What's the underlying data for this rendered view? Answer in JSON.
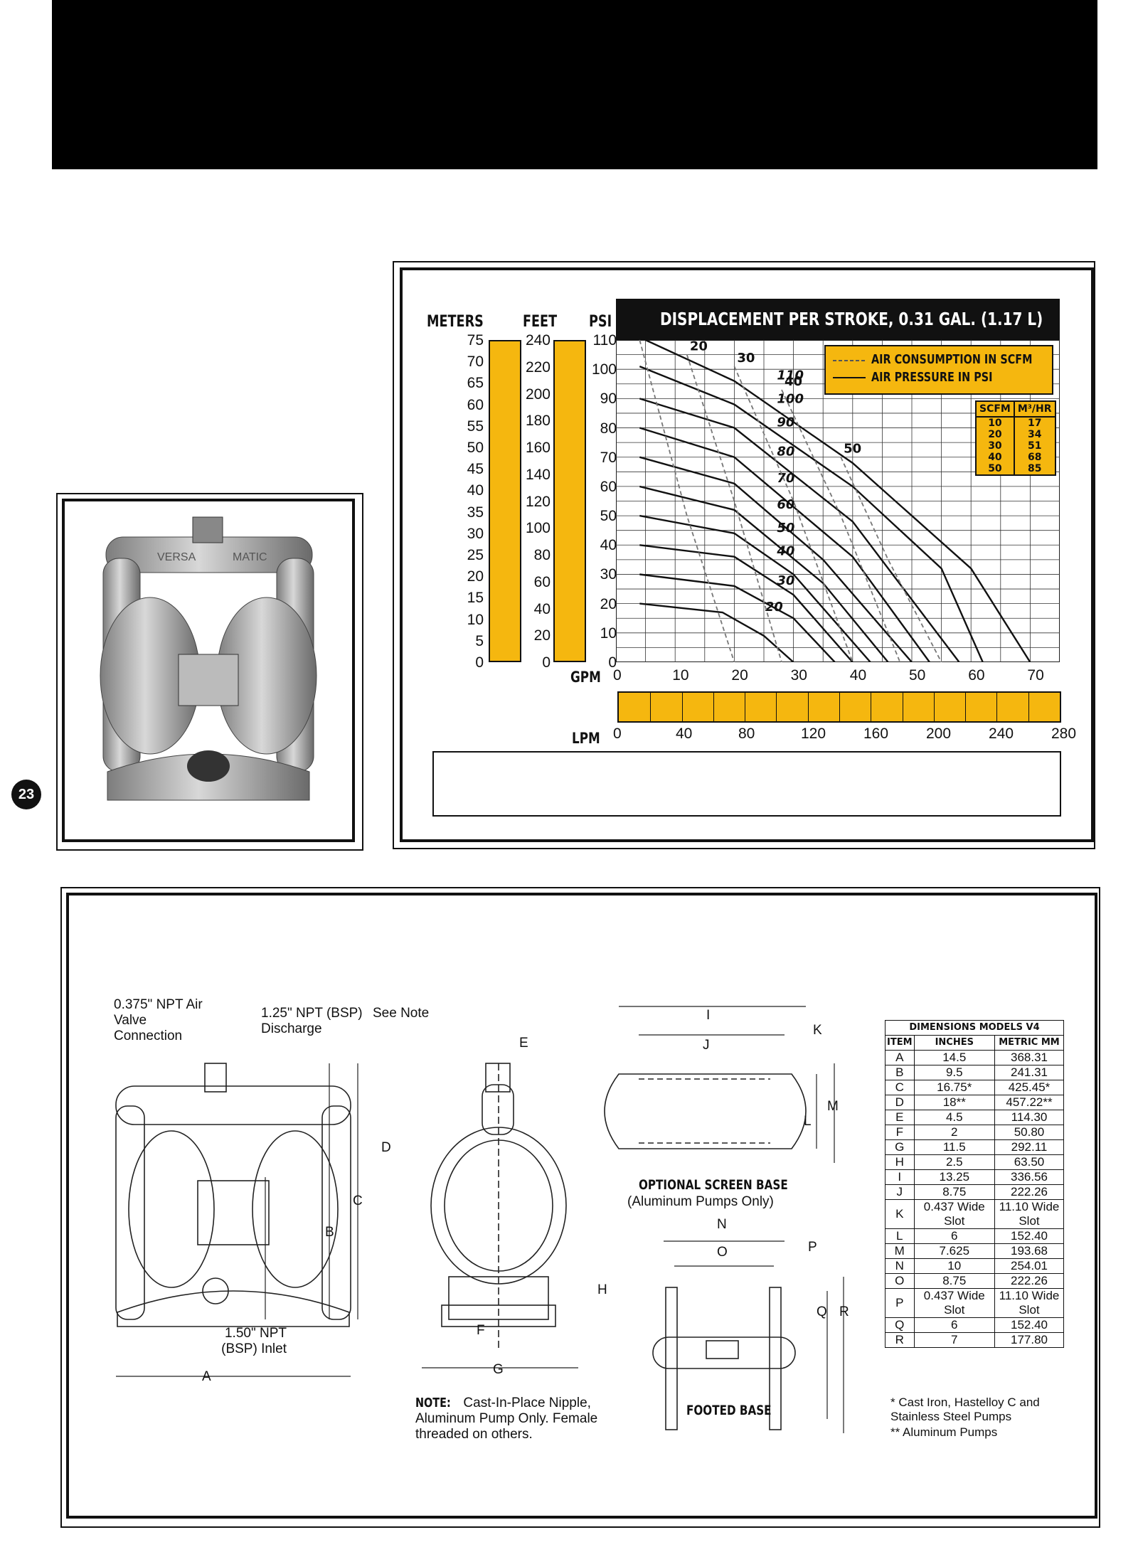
{
  "page_number": "23",
  "performance": {
    "title": "DISPLACEMENT PER STROKE, 0.31 GAL. (1.17 L)",
    "meters_label": "METERS",
    "feet_label": "FEET",
    "psi_label": "PSI",
    "gpm_label": "GPM",
    "lpm_label": "LPM",
    "meters_ticks": [
      "75",
      "70",
      "65",
      "60",
      "55",
      "50",
      "45",
      "40",
      "35",
      "30",
      "25",
      "20",
      "15",
      "10",
      "5",
      "0"
    ],
    "feet_ticks": [
      "240",
      "220",
      "200",
      "180",
      "160",
      "140",
      "120",
      "100",
      "80",
      "60",
      "40",
      "20",
      "0"
    ],
    "psi_ticks": [
      "110",
      "100",
      "90",
      "80",
      "70",
      "60",
      "50",
      "40",
      "30",
      "20",
      "10",
      "0"
    ],
    "gpm_ticks": [
      "0",
      "10",
      "20",
      "30",
      "40",
      "50",
      "60",
      "70"
    ],
    "lpm_ticks": [
      "0",
      "40",
      "80",
      "120",
      "160",
      "200",
      "240",
      "280"
    ],
    "legend": {
      "air_consumption": "AIR CONSUMPTION IN SCFM",
      "air_pressure": "AIR PRESSURE IN PSI"
    },
    "conversion_table": {
      "headers": [
        "SCFM",
        "M³/HR"
      ],
      "rows": [
        [
          "10",
          "17"
        ],
        [
          "20",
          "34"
        ],
        [
          "30",
          "51"
        ],
        [
          "40",
          "68"
        ],
        [
          "50",
          "85"
        ]
      ]
    },
    "colors": {
      "accent": "#f5b70f",
      "ink": "#111111"
    }
  },
  "chart_data": {
    "type": "line",
    "title": "DISPLACEMENT PER STROKE, 0.31 GAL. (1.17 L)",
    "xlabel": "GPM",
    "ylabel": "PSI",
    "xlim": [
      0,
      75
    ],
    "ylim": [
      0,
      110
    ],
    "series": [
      {
        "name": "110",
        "kind": "pressure",
        "points": [
          [
            5,
            110
          ],
          [
            20,
            96
          ],
          [
            40,
            68
          ],
          [
            60,
            32
          ],
          [
            70,
            0
          ]
        ]
      },
      {
        "name": "100",
        "kind": "pressure",
        "points": [
          [
            4,
            101
          ],
          [
            20,
            88
          ],
          [
            40,
            60
          ],
          [
            55,
            32
          ],
          [
            62,
            0
          ]
        ]
      },
      {
        "name": "90",
        "kind": "pressure",
        "points": [
          [
            4,
            90
          ],
          [
            20,
            80
          ],
          [
            40,
            48
          ],
          [
            58,
            0
          ]
        ]
      },
      {
        "name": "80",
        "kind": "pressure",
        "points": [
          [
            4,
            80
          ],
          [
            20,
            70
          ],
          [
            40,
            36
          ],
          [
            53,
            0
          ]
        ]
      },
      {
        "name": "70",
        "kind": "pressure",
        "points": [
          [
            4,
            70
          ],
          [
            20,
            61
          ],
          [
            35,
            35
          ],
          [
            50,
            0
          ]
        ]
      },
      {
        "name": "60",
        "kind": "pressure",
        "points": [
          [
            4,
            60
          ],
          [
            20,
            52
          ],
          [
            35,
            27
          ],
          [
            46,
            0
          ]
        ]
      },
      {
        "name": "50",
        "kind": "pressure",
        "points": [
          [
            4,
            50
          ],
          [
            20,
            44
          ],
          [
            30,
            30
          ],
          [
            43,
            0
          ]
        ]
      },
      {
        "name": "40",
        "kind": "pressure",
        "points": [
          [
            4,
            40
          ],
          [
            20,
            36
          ],
          [
            30,
            23
          ],
          [
            40,
            0
          ]
        ]
      },
      {
        "name": "30",
        "kind": "pressure",
        "points": [
          [
            4,
            30
          ],
          [
            20,
            26
          ],
          [
            30,
            15
          ],
          [
            37,
            0
          ]
        ]
      },
      {
        "name": "20",
        "kind": "pressure",
        "points": [
          [
            4,
            20
          ],
          [
            18,
            17
          ],
          [
            25,
            9
          ],
          [
            30,
            0
          ]
        ]
      },
      {
        "name": "10",
        "kind": "air",
        "points": [
          [
            4,
            110
          ],
          [
            12,
            50
          ],
          [
            20,
            0
          ]
        ]
      },
      {
        "name": "20",
        "kind": "air",
        "points": [
          [
            12,
            105
          ],
          [
            20,
            55
          ],
          [
            28,
            0
          ]
        ]
      },
      {
        "name": "30",
        "kind": "air",
        "points": [
          [
            20,
            101
          ],
          [
            30,
            55
          ],
          [
            40,
            0
          ]
        ]
      },
      {
        "name": "40",
        "kind": "air",
        "points": [
          [
            28,
            93
          ],
          [
            38,
            50
          ],
          [
            48,
            0
          ]
        ]
      },
      {
        "name": "50",
        "kind": "air",
        "points": [
          [
            38,
            70
          ],
          [
            46,
            35
          ],
          [
            55,
            0
          ]
        ]
      }
    ]
  },
  "drawing": {
    "callouts": {
      "air_valve": "0.375\" NPT Air Valve Connection",
      "discharge": "1.25\" NPT (BSP) Discharge",
      "see_note": "See Note",
      "inlet": "1.50\" NPT (BSP) Inlet"
    },
    "letters": [
      "A",
      "B",
      "C",
      "D",
      "E",
      "F",
      "G",
      "H",
      "I",
      "J",
      "K",
      "L",
      "M",
      "N",
      "O",
      "P",
      "Q",
      "R"
    ],
    "screen_base_title": "OPTIONAL SCREEN BASE",
    "screen_base_sub": "(Aluminum Pumps Only)",
    "footed_base_title": "FOOTED BASE",
    "note_label": "NOTE:",
    "note_text": "Cast-In-Place Nipple, Aluminum Pump Only. Female threaded on others."
  },
  "dimensions": {
    "title": "DIMENSIONS MODELS V4",
    "headers": [
      "ITEM",
      "INCHES",
      "METRIC MM"
    ],
    "rows": [
      [
        "A",
        "14.5",
        "368.31"
      ],
      [
        "B",
        "9.5",
        "241.31"
      ],
      [
        "C",
        "16.75*",
        "425.45*"
      ],
      [
        "D",
        "18**",
        "457.22**"
      ],
      [
        "E",
        "4.5",
        "114.30"
      ],
      [
        "F",
        "2",
        "50.80"
      ],
      [
        "G",
        "11.5",
        "292.11"
      ],
      [
        "H",
        "2.5",
        "63.50"
      ],
      [
        "I",
        "13.25",
        "336.56"
      ],
      [
        "J",
        "8.75",
        "222.26"
      ],
      [
        "K",
        "0.437 Wide Slot",
        "11.10 Wide Slot"
      ],
      [
        "L",
        "6",
        "152.40"
      ],
      [
        "M",
        "7.625",
        "193.68"
      ],
      [
        "N",
        "10",
        "254.01"
      ],
      [
        "O",
        "8.75",
        "222.26"
      ],
      [
        "P",
        "0.437 Wide Slot",
        "11.10 Wide Slot"
      ],
      [
        "Q",
        "6",
        "152.40"
      ],
      [
        "R",
        "7",
        "177.80"
      ]
    ],
    "footnotes": [
      "*  Cast Iron, Hastelloy C and Stainless Steel Pumps",
      "**  Aluminum Pumps"
    ]
  }
}
